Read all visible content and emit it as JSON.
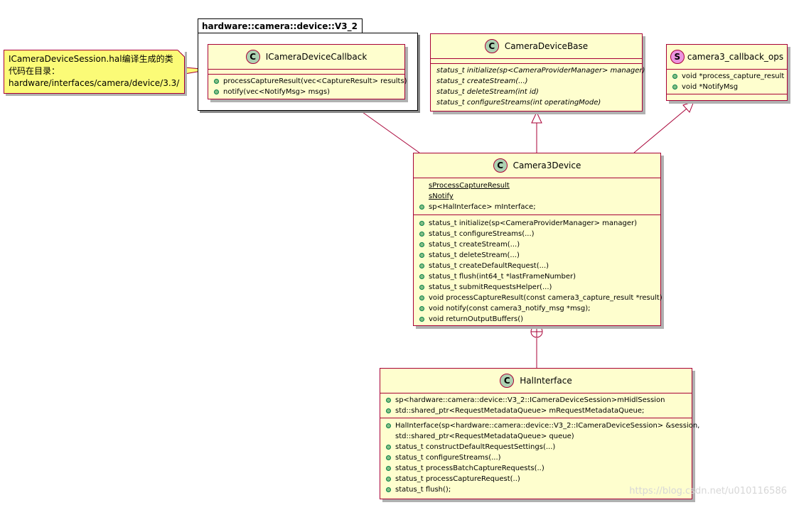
{
  "package": {
    "name": "hardware::camera::device::V3_2"
  },
  "note": {
    "lines": [
      "ICameraDeviceSession.hal编译生成的类",
      "代码在目录：",
      "hardware/interfaces/camera/device/3.3/"
    ]
  },
  "classes": {
    "icameradevicecallback": {
      "badge": "C",
      "name": "ICameraDeviceCallback",
      "fields": [],
      "methods": [
        "processCaptureResult(vec<CaptureResult> results)",
        "notify(vec<NotifyMsg> msgs)"
      ]
    },
    "cameradevicebase": {
      "badge": "C",
      "name": "CameraDeviceBase",
      "fields": [],
      "methods": [
        "status_t initialize(sp<CameraProviderManager> manager)",
        "status_t createStream(...)",
        "status_t deleteStream(int id)",
        "status_t configureStreams(int operatingMode)"
      ]
    },
    "callbackops": {
      "badge": "S",
      "name": "camera3_callback_ops",
      "fields": [
        "void *process_capture_result",
        "void *NotifyMsg"
      ],
      "methods": []
    },
    "camera3device": {
      "badge": "C",
      "name": "Camera3Device",
      "fields": [
        "sProcessCaptureResult",
        "sNotify",
        "sp<HalInterface> mInterface;"
      ],
      "methods": [
        "status_t initialize(sp<CameraProviderManager> manager)",
        "status_t configureStreams(...)",
        "status_t createStream(...)",
        "status_t deleteStream(...)",
        "status_t createDefaultRequest(...)",
        "status_t flush(int64_t *lastFrameNumber)",
        "status_t submitRequestsHelper(...)",
        "void processCaptureResult(const camera3_capture_result *result)",
        "void notify(const camera3_notify_msg *msg);",
        "void returnOutputBuffers()"
      ]
    },
    "halinterface": {
      "badge": "C",
      "name": "HalInterface",
      "fields": [
        "sp<hardware::camera::device::V3_2::ICameraDeviceSession>mHidlSession",
        "std::shared_ptr<RequestMetadataQueue> mRequestMetadataQueue;"
      ],
      "methods": [
        "HalInterface(sp<hardware::camera::device::V3_2::ICameraDeviceSession> &session,",
        "std::shared_ptr<RequestMetadataQueue> queue)",
        "status_t constructDefaultRequestSettings(...)",
        "status_t configureStreams(...)",
        "status_t processBatchCaptureRequests(..)",
        "status_t processCaptureRequest(..)",
        "status_t flush();"
      ]
    }
  },
  "watermark": "https://blog.csdn.net/u010116586",
  "colors": {
    "border": "#a80036",
    "class_bg": "#fefece",
    "note_bg": "#fbfb77",
    "badge_class": "#add1b2",
    "badge_struct": "#eb93df",
    "public_dot": "#84be84"
  }
}
